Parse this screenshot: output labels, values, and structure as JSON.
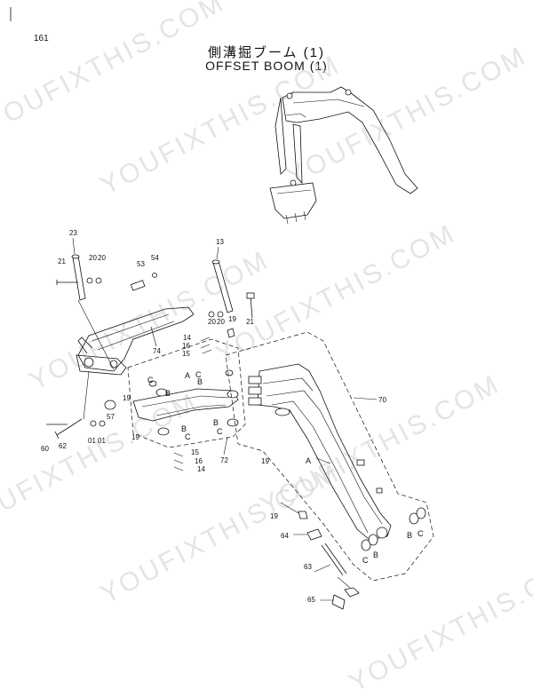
{
  "page_number": "161",
  "title_jp": "側溝掘ブーム (1)",
  "title_en": "OFFSET BOOM (1)",
  "watermark": "YOUFIXTHIS.COM",
  "callouts": {
    "c23": "23",
    "c21a": "21",
    "c20a": "20",
    "c20b": "20",
    "c53": "53",
    "c54": "54",
    "c74": "74",
    "c13": "13",
    "c20c": "20",
    "c20d": "20",
    "c21b": "21",
    "c19a": "19",
    "c14a": "14",
    "c16a": "16",
    "c15a": "15",
    "c19b": "19",
    "c19c": "19",
    "c57": "57",
    "c60": "60",
    "c62": "62",
    "c01a": "01",
    "c01b": "01",
    "c15b": "15",
    "c16b": "16",
    "c14b": "14",
    "c72": "72",
    "c19d": "19",
    "c70": "70",
    "c19e": "19",
    "c64": "64",
    "c63": "63",
    "c65": "65",
    "lA1": "A",
    "lA2": "A",
    "lB1": "B",
    "lB2": "B",
    "lB3": "B",
    "lB4": "B",
    "lB5": "B",
    "lB6": "B",
    "lC1": "C",
    "lC2": "C",
    "lC3": "C",
    "lC4": "C",
    "lC5": "C",
    "lC6": "C"
  }
}
